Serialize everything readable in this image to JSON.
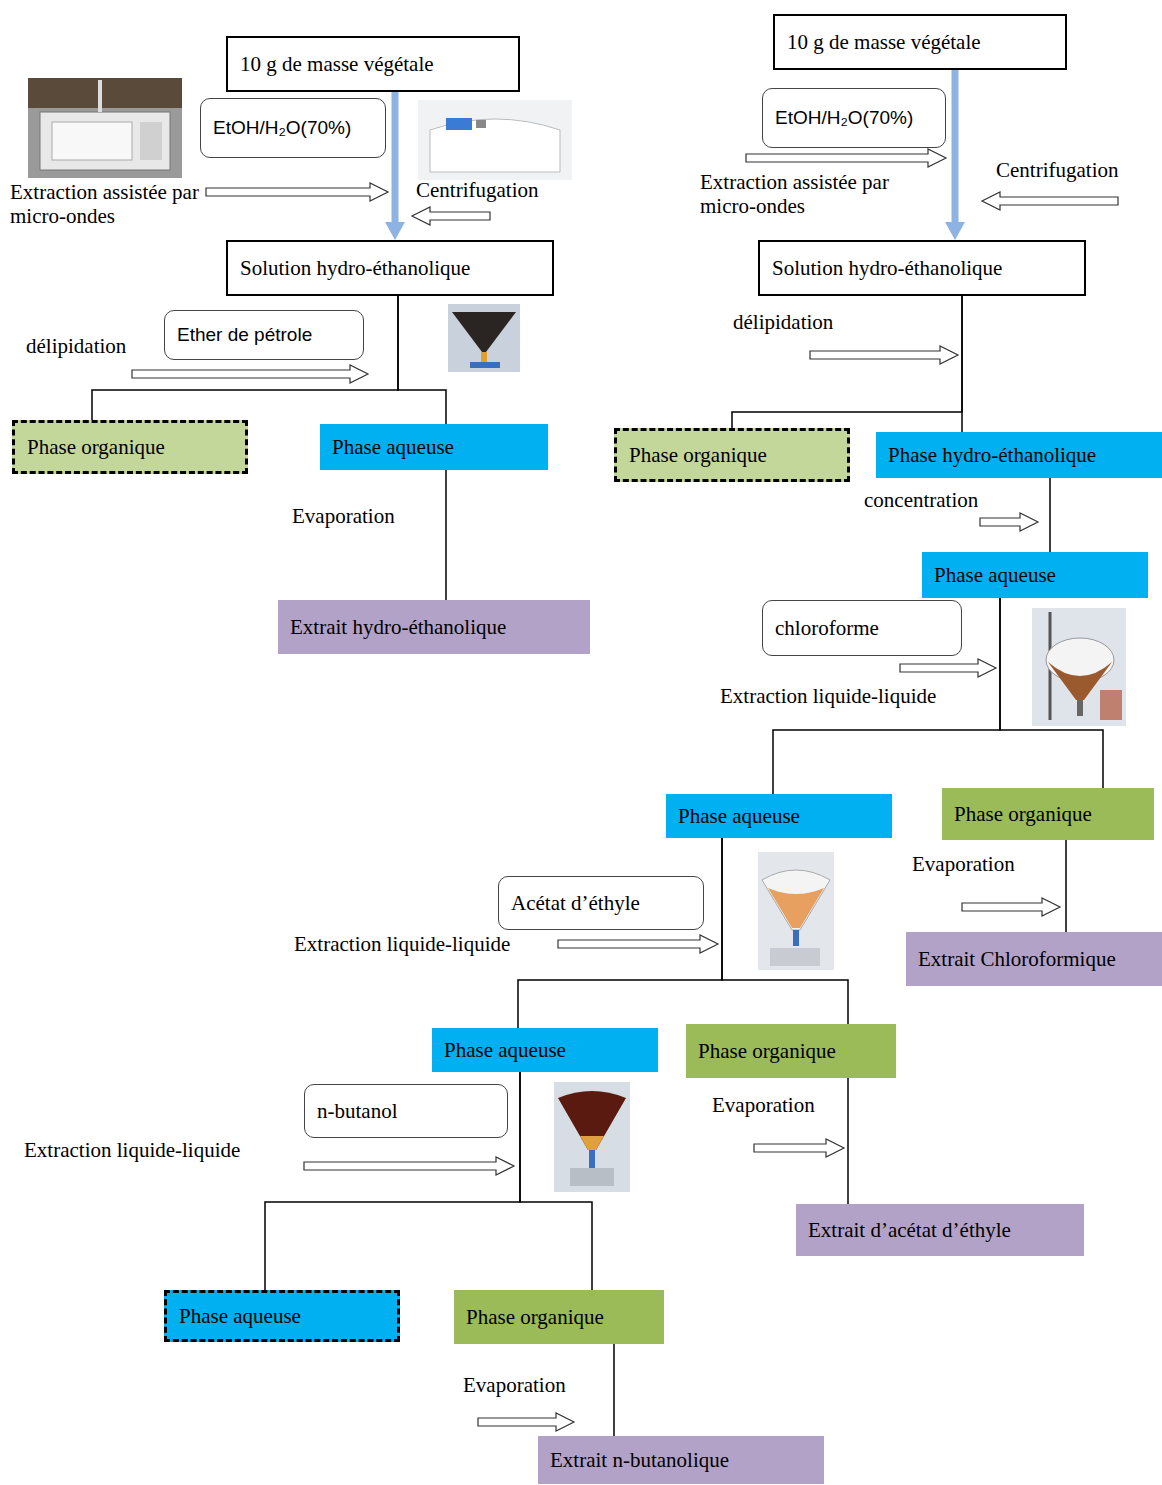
{
  "diagram": {
    "nodes": [
      {
        "text": [
          "10 g de masse végétale"
        ]
      },
      {
        "text": [
          "EtOH/H₂O(70%)"
        ]
      },
      {
        "text": [
          "Solution hydro-éthanolique"
        ]
      },
      {
        "text": [
          "Ether de pétrole"
        ]
      },
      {
        "text": [
          "Phase organique"
        ]
      },
      {
        "text": [
          "Phase aqueuse"
        ]
      },
      {
        "text": [
          "Extrait hydro-éthanolique"
        ]
      },
      {
        "text": [
          "10 g de masse végétale"
        ]
      },
      {
        "text": [
          "EtOH/H₂O(70%)"
        ]
      },
      {
        "text": [
          "Solution hydro-éthanolique"
        ]
      },
      {
        "text": [
          "Phase organique"
        ]
      },
      {
        "text": [
          "Phase hydro-éthanolique"
        ]
      },
      {
        "text": [
          "Phase aqueuse"
        ]
      },
      {
        "text": [
          "chloroforme"
        ]
      },
      {
        "text": [
          "Phase aqueuse"
        ]
      },
      {
        "text": [
          "Phase organique"
        ]
      },
      {
        "text": [
          "Acétat d’éthyle"
        ]
      },
      {
        "text": [
          "Extrait Chloroformique"
        ]
      },
      {
        "text": [
          "Phase aqueuse"
        ]
      },
      {
        "text": [
          "Phase organique"
        ]
      },
      {
        "text": [
          "n-butanol"
        ]
      },
      {
        "text": [
          "Extrait d’acétat d’éthyle"
        ]
      },
      {
        "text": [
          "Phase aqueuse"
        ]
      },
      {
        "text": [
          "Phase organique"
        ]
      },
      {
        "text": [
          "Extrait n-butanolique"
        ]
      }
    ],
    "edges": [
      {
        "from": 0,
        "to": 2,
        "arrow": "to"
      },
      {
        "from": 2,
        "to": 4,
        "arrow": "none"
      },
      {
        "from": 2,
        "to": 5,
        "arrow": "none"
      },
      {
        "from": 5,
        "to": 6,
        "arrow": "none"
      },
      {
        "from": 7,
        "to": 9,
        "arrow": "to"
      },
      {
        "from": 9,
        "to": 10,
        "arrow": "none"
      },
      {
        "from": 9,
        "to": 11,
        "arrow": "none"
      },
      {
        "from": 11,
        "to": 12,
        "arrow": "none"
      },
      {
        "from": 12,
        "to": 14,
        "arrow": "none"
      },
      {
        "from": 12,
        "to": 15,
        "arrow": "none"
      },
      {
        "from": 14,
        "to": 18,
        "arrow": "none"
      },
      {
        "from": 14,
        "to": 19,
        "arrow": "none"
      },
      {
        "from": 15,
        "to": 17,
        "arrow": "none"
      },
      {
        "from": 18,
        "to": 22,
        "arrow": "none"
      },
      {
        "from": 18,
        "to": 23,
        "arrow": "none"
      },
      {
        "from": 19,
        "to": 21,
        "arrow": "none"
      },
      {
        "from": 23,
        "to": 24,
        "arrow": "none"
      }
    ],
    "labels": [
      "Extraction assistée par micro-ondes",
      "Centrifugation",
      "délipidation",
      "Evaporation",
      "Extraction assistée par micro-ondes",
      "Centrifugation",
      "délipidation",
      "concentration",
      "Extraction liquide-liquide",
      "Evaporation",
      "Extraction liquide-liquide",
      "Evaporation",
      "Extraction liquide-liquide",
      "Evaporation"
    ]
  }
}
